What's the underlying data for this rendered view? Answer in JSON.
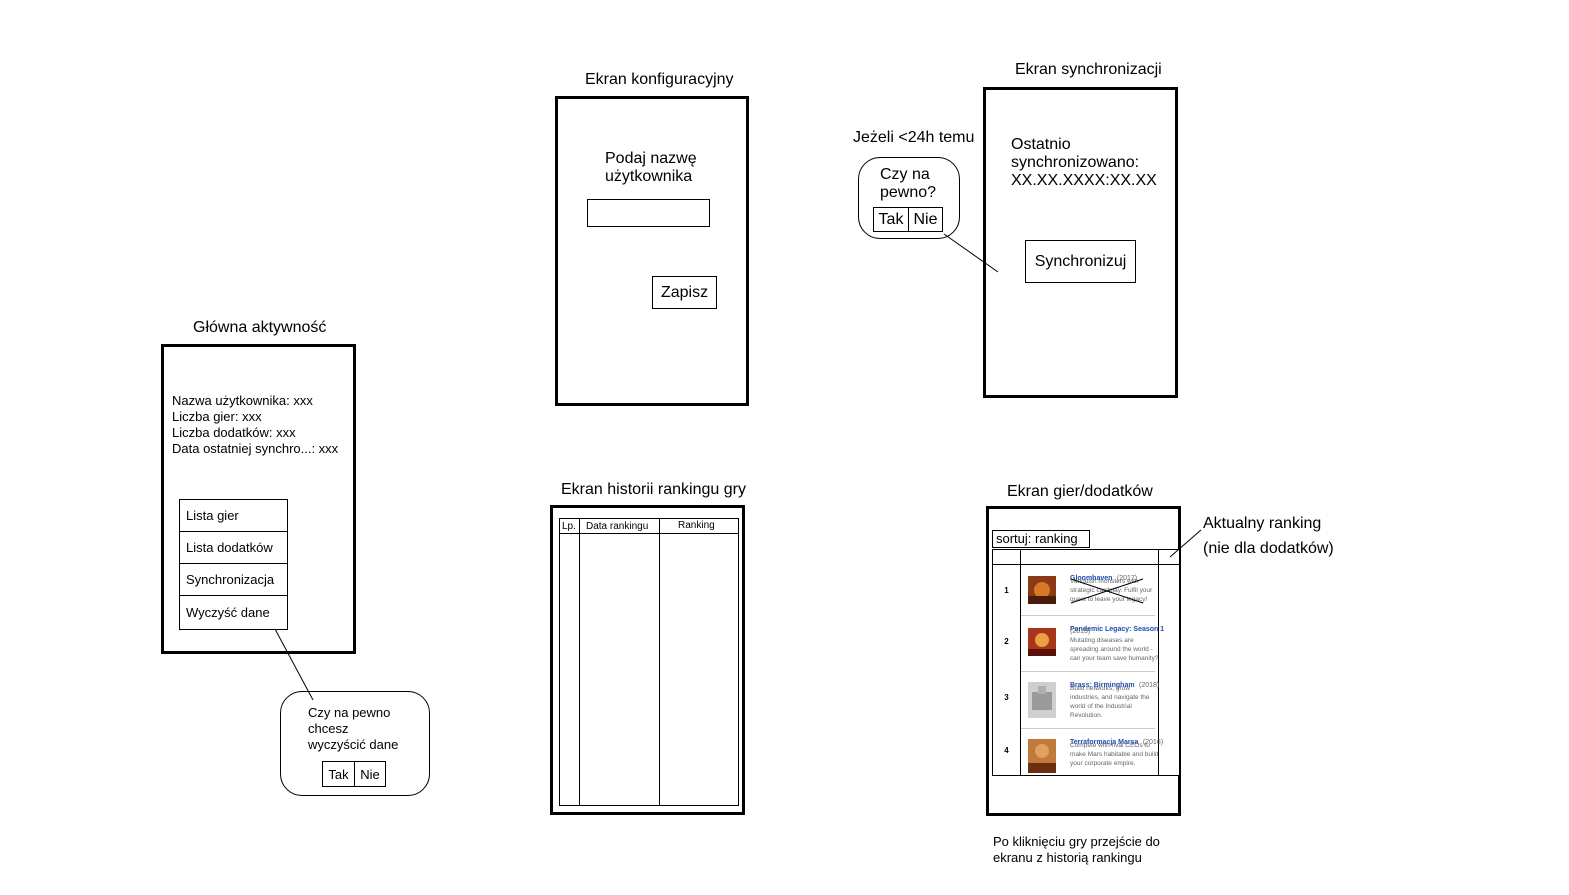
{
  "config_screen": {
    "title": "Ekran konfiguracyjny",
    "prompt_line1": "Podaj nazwę",
    "prompt_line2": "użytkownika",
    "username_value": "",
    "save_label": "Zapisz"
  },
  "sync_screen": {
    "title": "Ekran synchronizacji",
    "last_sync_line1": "Ostatnio",
    "last_sync_line2": "synchronizowano:",
    "last_sync_value": "XX.XX.XXXX:XX.XX",
    "sync_button": "Synchronizuj",
    "condition_note": "Jeżeli <24h temu",
    "confirm_line1": "Czy na",
    "confirm_line2": "pewno?",
    "yes": "Tak",
    "no": "Nie"
  },
  "main_screen": {
    "title": "Główna aktywność",
    "info": [
      "Nazwa użytkownika: xxx",
      "Liczba gier: xxx",
      "Liczba dodatków: xxx",
      "Data ostatniej synchro...: xxx"
    ],
    "menu": [
      "Lista gier",
      "Lista dodatków",
      "Synchronizacja",
      "Wyczyść dane"
    ],
    "clear_confirm_line1": "Czy na pewno",
    "clear_confirm_line2": "chcesz",
    "clear_confirm_line3": "wyczyścić dane",
    "yes": "Tak",
    "no": "Nie"
  },
  "history_screen": {
    "title": "Ekran historii rankingu gry",
    "columns": [
      "Lp.",
      "Data rankingu",
      "Ranking"
    ]
  },
  "games_screen": {
    "title": "Ekran gier/dodatków",
    "sort_label": "sortuj: ranking",
    "ranking_note_line1": "Aktualny ranking",
    "ranking_note_line2": "(nie dla dodatków)",
    "footer_line1": "Po kliknięciu gry przejście do",
    "footer_line2": "ekranu z historią rankingu",
    "games": [
      {
        "rank": "1",
        "name": "Gloomhaven",
        "year": "(2017)",
        "desc": [
          "Vanquish monsters with",
          "strategic cardplay. Fulfil your",
          "quest to leave your legacy!"
        ]
      },
      {
        "rank": "2",
        "name": "Pandemic Legacy: Season 1",
        "year": "(2015)",
        "desc": [
          "Mutating diseases are",
          "spreading around the world -",
          "can your team save humanity?"
        ]
      },
      {
        "rank": "3",
        "name": "Brass: Birmingham",
        "year": "(2018)",
        "desc": [
          "Build networks, grow",
          "industries, and navigate the",
          "world of the Industrial",
          "Revolution."
        ]
      },
      {
        "rank": "4",
        "name": "Terraformacja Marsa",
        "year": "(2016)",
        "desc": [
          "Compete with rival CEOs to",
          "make Mars habitable and build",
          "your corporate empire."
        ]
      }
    ]
  }
}
